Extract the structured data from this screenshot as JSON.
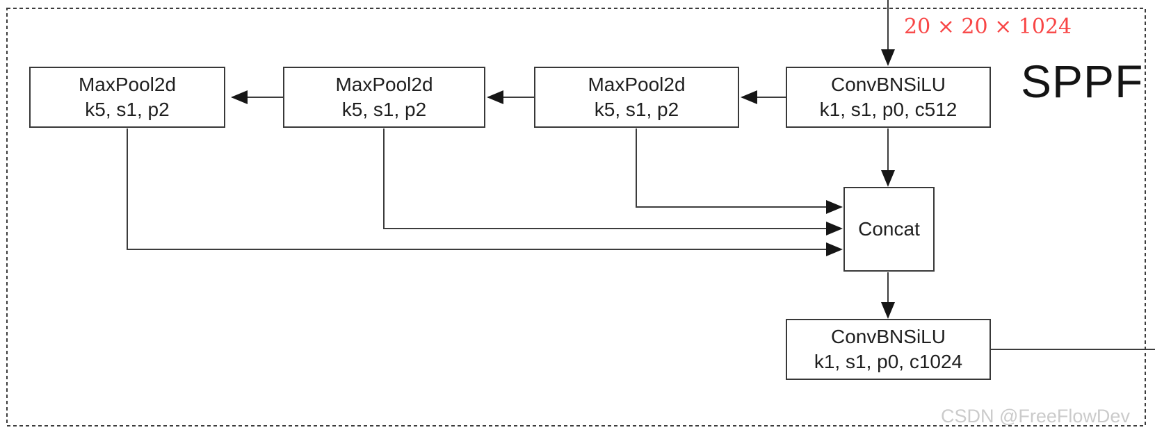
{
  "diagram": {
    "title": "SPPF",
    "input_dimension_label": "20 × 20 × 1024",
    "input_dimension_color": "#f84545",
    "nodes": {
      "maxpool1": {
        "line1": "MaxPool2d",
        "line2": "k5, s1, p2"
      },
      "maxpool2": {
        "line1": "MaxPool2d",
        "line2": "k5, s1, p2"
      },
      "maxpool3": {
        "line1": "MaxPool2d",
        "line2": "k5, s1, p2"
      },
      "conv_in": {
        "line1": "ConvBNSiLU",
        "line2": "k1, s1, p0, c512"
      },
      "concat": {
        "line1": "Concat"
      },
      "conv_out": {
        "line1": "ConvBNSiLU",
        "line2": "k1, s1, p0, c1024"
      }
    },
    "edges": [
      {
        "from": "input",
        "to": "conv_in"
      },
      {
        "from": "conv_in",
        "to": "maxpool3"
      },
      {
        "from": "maxpool3",
        "to": "maxpool2"
      },
      {
        "from": "maxpool2",
        "to": "maxpool1"
      },
      {
        "from": "conv_in",
        "to": "concat"
      },
      {
        "from": "maxpool3",
        "to": "concat"
      },
      {
        "from": "maxpool2",
        "to": "concat"
      },
      {
        "from": "maxpool1",
        "to": "concat"
      },
      {
        "from": "concat",
        "to": "conv_out"
      },
      {
        "from": "conv_out",
        "to": "output"
      }
    ]
  },
  "watermark": "CSDN @FreeFlowDev"
}
